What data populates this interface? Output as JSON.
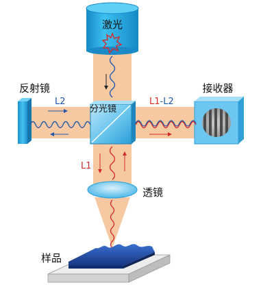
{
  "labels": {
    "laser": "激光",
    "mirror": "反射镜",
    "receiver": "接收器",
    "beam_splitter": "分光镜",
    "lens": "透镜",
    "sample": "样品",
    "path_l2": "L2",
    "path_l1": "L1",
    "path_diff_l1": "L1",
    "path_diff_dash": "-",
    "path_diff_l2": "L2"
  },
  "colors": {
    "beam": "#f6c9a2",
    "component_blue": "#29a9df",
    "component_blue_dark": "#1a83b8",
    "wave_blue": "#2057a8",
    "wave_red": "#d42a2a",
    "sample_dark": "#1b3f8f",
    "sample_base": "#e2e2e2"
  },
  "icons": {
    "laser_source": "star-burst-icon",
    "receiver_fringes": "interference-fringe-icon"
  }
}
